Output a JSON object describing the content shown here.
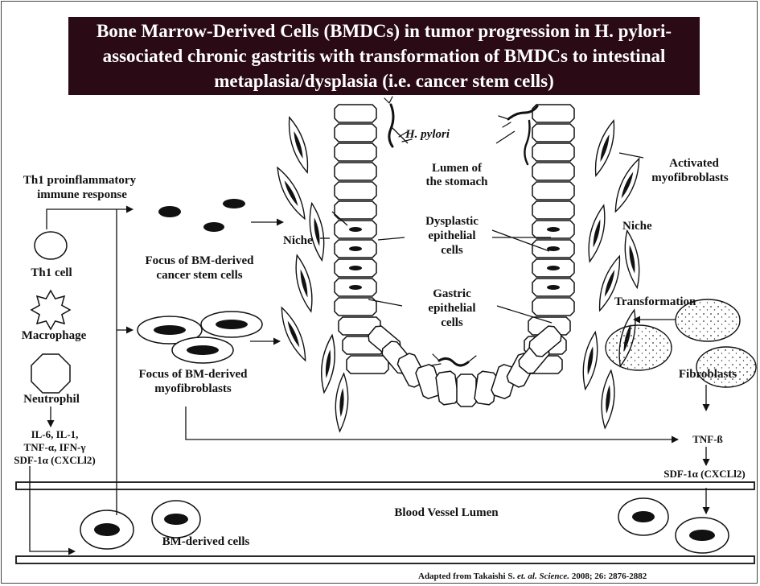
{
  "title": "Bone Marrow-Derived Cells (BMDCs) in tumor  progression in H. pylori-associated chronic gastritis with transformation of BMDCs to intestinal metaplasia/dysplasia (i.e. cancer stem cells)",
  "labels": {
    "h_pylori": "H. pylori",
    "lumen_of": "Lumen of",
    "the_stomach": "the stomach",
    "activated": "Activated",
    "myofibroblasts_right": "myofibroblasts",
    "th1_proinflammatory": "Th1 proinflammatory",
    "immune_response": "immune response",
    "niche_left": "Niche",
    "niche_right": "Niche",
    "dysplastic": "Dysplastic",
    "epithelial_1": "epithelial",
    "cells_1": "cells",
    "focus_stem_1": "Focus of BM-derived",
    "focus_stem_2": "cancer stem cells",
    "th1_cell": "Th1 cell",
    "gastric": "Gastric",
    "epithelial_2": "epithelial",
    "cells_2": "cells",
    "transformation": "Transformation",
    "macrophage": "Macrophage",
    "focus_myo_1": "Focus of BM-derived",
    "focus_myo_2": "myofibroblasts",
    "fibroblasts": "Fibroblasts",
    "neutrophil": "Neutrophil",
    "cytokines_1": "IL-6, IL-1,",
    "cytokines_2": "TNF-α, IFN-γ",
    "cytokines_3": "SDF-1α (CXCLl2)",
    "tnf_b": "TNF-ß",
    "sdf_right": "SDF-1α (CXCLl2)",
    "blood_vessel": "Blood Vessel Lumen",
    "bm_derived_cells": "BM-derived cells"
  },
  "citation": {
    "prefix": "Adapted from Takaishi S.",
    "etal": "et. al.",
    "journal": "Science.",
    "ref": "2008; 26: 2876-2882"
  },
  "colors": {
    "title_bg": "#2a0a14",
    "title_text": "#ffffff",
    "ink": "#111111"
  }
}
